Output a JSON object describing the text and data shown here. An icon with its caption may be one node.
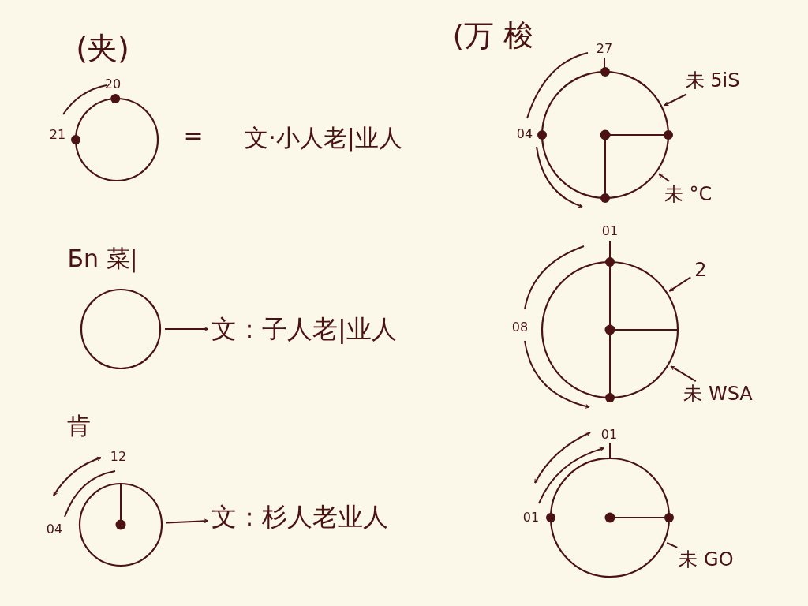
{
  "diagram": {
    "nodes": [
      {
        "text": [],
        "shape": "circle",
        "beside": [
          "20",
          "21"
        ]
      },
      {
        "text": [],
        "shape": "circle"
      },
      {
        "text": [
          "文：子人老|业人"
        ]
      },
      {
        "text": [],
        "shape": "circle",
        "beside": [
          "12",
          "04"
        ]
      },
      {
        "text": [
          "文：杉人老业人"
        ]
      },
      {
        "text": [],
        "shape": "circle",
        "beside": [
          "27",
          "04"
        ]
      },
      {
        "text": [
          "未 5iS"
        ]
      },
      {
        "text": [
          "未 °C"
        ]
      },
      {
        "text": [],
        "shape": "circle",
        "beside": [
          "01",
          "08"
        ]
      },
      {
        "text": [
          "2"
        ]
      },
      {
        "text": [
          "未 WSA"
        ]
      },
      {
        "text": [],
        "shape": "circle",
        "beside": [
          "01",
          "01"
        ]
      },
      {
        "text": [
          "未 GO"
        ]
      }
    ],
    "edges": [
      {
        "from": 1,
        "to": 2,
        "arrow": "to"
      },
      {
        "from": 3,
        "to": 4,
        "arrow": "to"
      },
      {
        "from": 6,
        "to": 5,
        "arrow": "to"
      },
      {
        "from": 7,
        "to": 5,
        "arrow": "to"
      },
      {
        "from": 9,
        "to": 8,
        "arrow": "to"
      },
      {
        "from": 10,
        "to": 8,
        "arrow": "to"
      },
      {
        "from": 12,
        "to": 11,
        "arrow": "none"
      }
    ],
    "labels": [
      "(夹)",
      "(万 梭",
      "=",
      "文·小人老|业人",
      "Бn 菜|",
      "肯"
    ]
  }
}
